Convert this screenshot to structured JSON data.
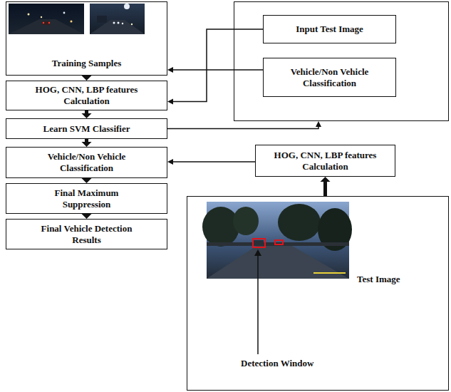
{
  "diagram": {
    "nodes": [
      {
        "text": [
          "Training Samples"
        ]
      },
      {
        "text": [
          "HOG, CNN, LBP features Calculation"
        ]
      },
      {
        "text": [
          "Learn SVM Classifier"
        ]
      },
      {
        "text": [
          "Vehicle/Non Vehicle Classification"
        ]
      },
      {
        "text": [
          "Final Maximum Suppression"
        ]
      },
      {
        "text": [
          "Final Vehicle Detection Results"
        ]
      },
      {
        "text": []
      },
      {
        "text": [
          "Input Test Image"
        ],
        "in": 6
      },
      {
        "text": [
          "Vehicle/Non Vehicle Classification"
        ],
        "in": 6
      },
      {
        "text": [
          "HOG, CNN, LBP features Calculation"
        ]
      },
      {
        "text": [
          "Test Image",
          "Detection Window"
        ]
      }
    ],
    "edges": [
      {
        "from": 0,
        "to": 1,
        "arrow": "to"
      },
      {
        "from": 1,
        "to": 2,
        "arrow": "to"
      },
      {
        "from": 2,
        "to": 3,
        "arrow": "to"
      },
      {
        "from": 3,
        "to": 4,
        "arrow": "to"
      },
      {
        "from": 4,
        "to": 5,
        "arrow": "to"
      },
      {
        "from": 8,
        "to": 0,
        "arrow": "to"
      },
      {
        "from": 7,
        "to": 1,
        "arrow": "to"
      },
      {
        "from": 2,
        "to": 6,
        "arrow": "to"
      },
      {
        "from": 9,
        "to": 3,
        "arrow": "to"
      },
      {
        "from": 10,
        "to": 9,
        "arrow": "to"
      }
    ]
  }
}
